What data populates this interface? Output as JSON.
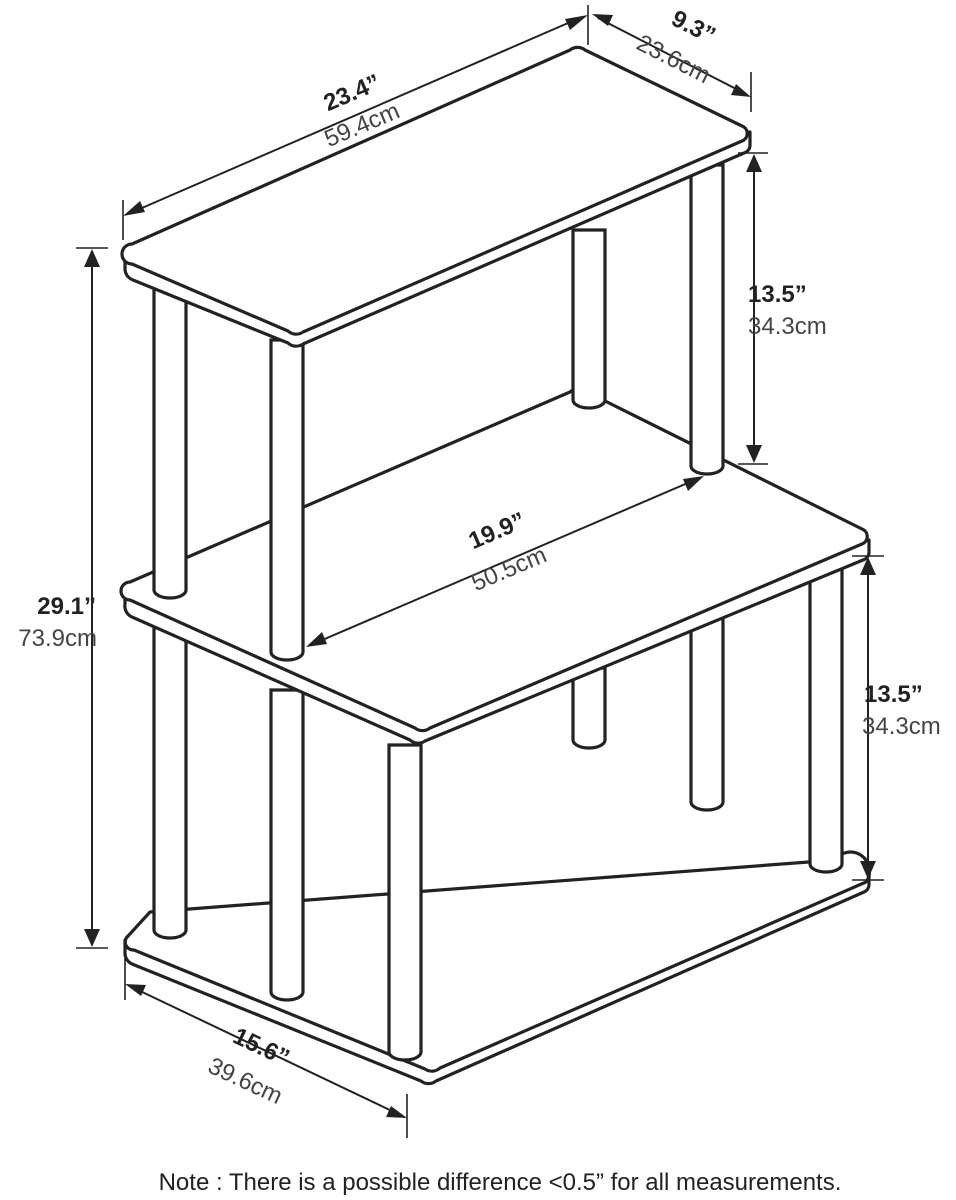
{
  "dimensions": {
    "top_width": {
      "imperial": "23.4”",
      "metric": "59.4cm"
    },
    "top_depth": {
      "imperial": "9.3”",
      "metric": "23.6cm"
    },
    "upper_height": {
      "imperial": "13.5”",
      "metric": "34.3cm"
    },
    "inner_width": {
      "imperial": "19.9”",
      "metric": "50.5cm"
    },
    "total_height": {
      "imperial": "29.1”",
      "metric": "73.9cm"
    },
    "lower_height": {
      "imperial": "13.5”",
      "metric": "34.3cm"
    },
    "base_depth": {
      "imperial": "15.6”",
      "metric": "39.6cm"
    }
  },
  "note": "Note : There is a possible difference <0.5” for all measurements."
}
